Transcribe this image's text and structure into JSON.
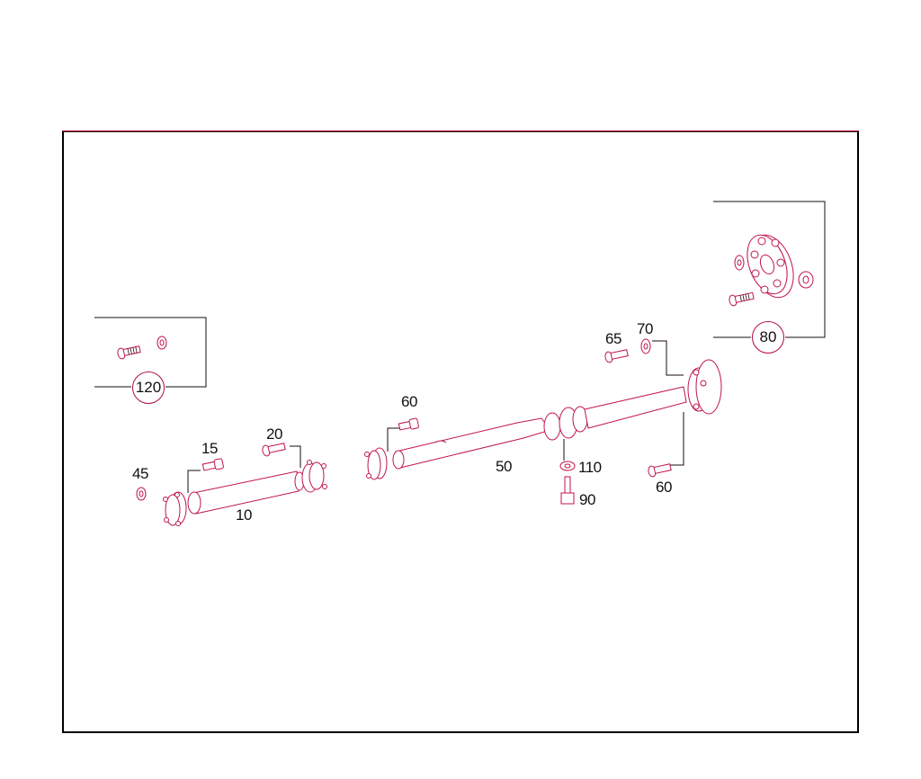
{
  "diagram": {
    "type": "exploded parts diagram",
    "subject": "propeller / drive shaft assembly",
    "colors": {
      "line": "#111111",
      "accent": "#c0164a",
      "background": "#ffffff"
    },
    "parts": [
      {
        "id": "p10",
        "label": "10",
        "description": "front drive shaft section"
      },
      {
        "id": "p15",
        "label": "15",
        "description": "bolt"
      },
      {
        "id": "p20",
        "label": "20",
        "description": "bolt"
      },
      {
        "id": "p45",
        "label": "45",
        "description": "washer"
      },
      {
        "id": "p50",
        "label": "50",
        "description": "rear drive shaft section"
      },
      {
        "id": "p60a",
        "label": "60",
        "description": "bolt (front flange)"
      },
      {
        "id": "p60b",
        "label": "60",
        "description": "bolt (rear flange)"
      },
      {
        "id": "p65",
        "label": "65",
        "description": "bolt"
      },
      {
        "id": "p70",
        "label": "70",
        "description": "washer"
      },
      {
        "id": "p90",
        "label": "90",
        "description": "hex bolt"
      },
      {
        "id": "p110",
        "label": "110",
        "description": "washer"
      }
    ],
    "insets": [
      {
        "id": "kit120",
        "label": "120",
        "description": "bolt and washer kit"
      },
      {
        "id": "kit80",
        "label": "80",
        "description": "flexible coupling disc kit"
      }
    ]
  }
}
